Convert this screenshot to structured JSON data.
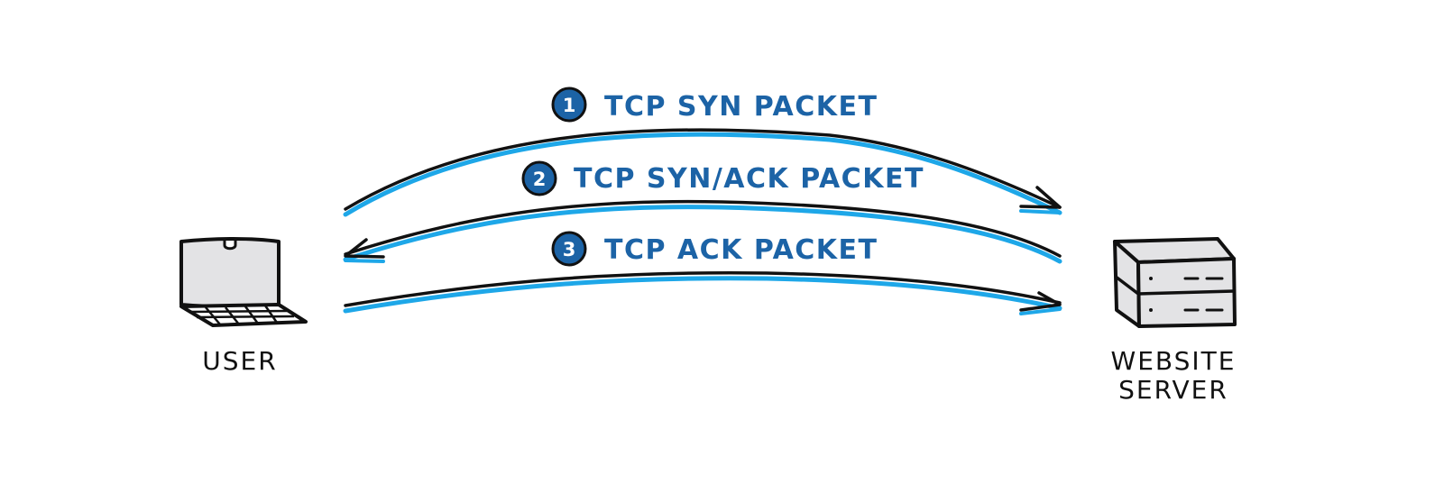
{
  "colors": {
    "arrow_blue": "#1ea7e8",
    "label_blue": "#1c63a6",
    "ink": "#111111",
    "device_fill": "#e3e3e5"
  },
  "nodes": {
    "user": {
      "label": "USER",
      "icon": "laptop-icon"
    },
    "server": {
      "label_line1": "WEBSITE",
      "label_line2": "SERVER",
      "icon": "server-icon"
    }
  },
  "steps": [
    {
      "number": "1",
      "label": "TCP SYN PACKET",
      "direction": "user-to-server"
    },
    {
      "number": "2",
      "label": "TCP SYN/ACK PACKET",
      "direction": "server-to-user"
    },
    {
      "number": "3",
      "label": "TCP ACK PACKET",
      "direction": "user-to-server"
    }
  ]
}
